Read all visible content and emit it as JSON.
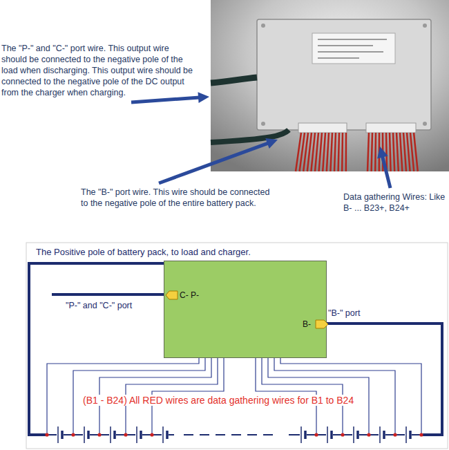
{
  "diagram": {
    "nodes": [
      {
        "text": [
          "C- P-",
          "B-"
        ]
      }
    ],
    "labels": [
      "The \"P-\" and \"C-\" port wire. This output wire should be connected to the negative pole of the load when discharging. This output wire should be connected to the negative pole of the DC output from the charger when charging.",
      "The \"B-\" port wire. This wire should be connected to the negative pole of the entire battery pack.",
      "Data gathering Wires: Like B- ... B23+, B24+",
      "The Positive pole of battery pack, to load and charger.",
      "\"P-\" and \"C-\" port",
      "\"B-\" port",
      "(B1 - B24) All RED wires are data gathering wires for B1 to B24"
    ]
  }
}
